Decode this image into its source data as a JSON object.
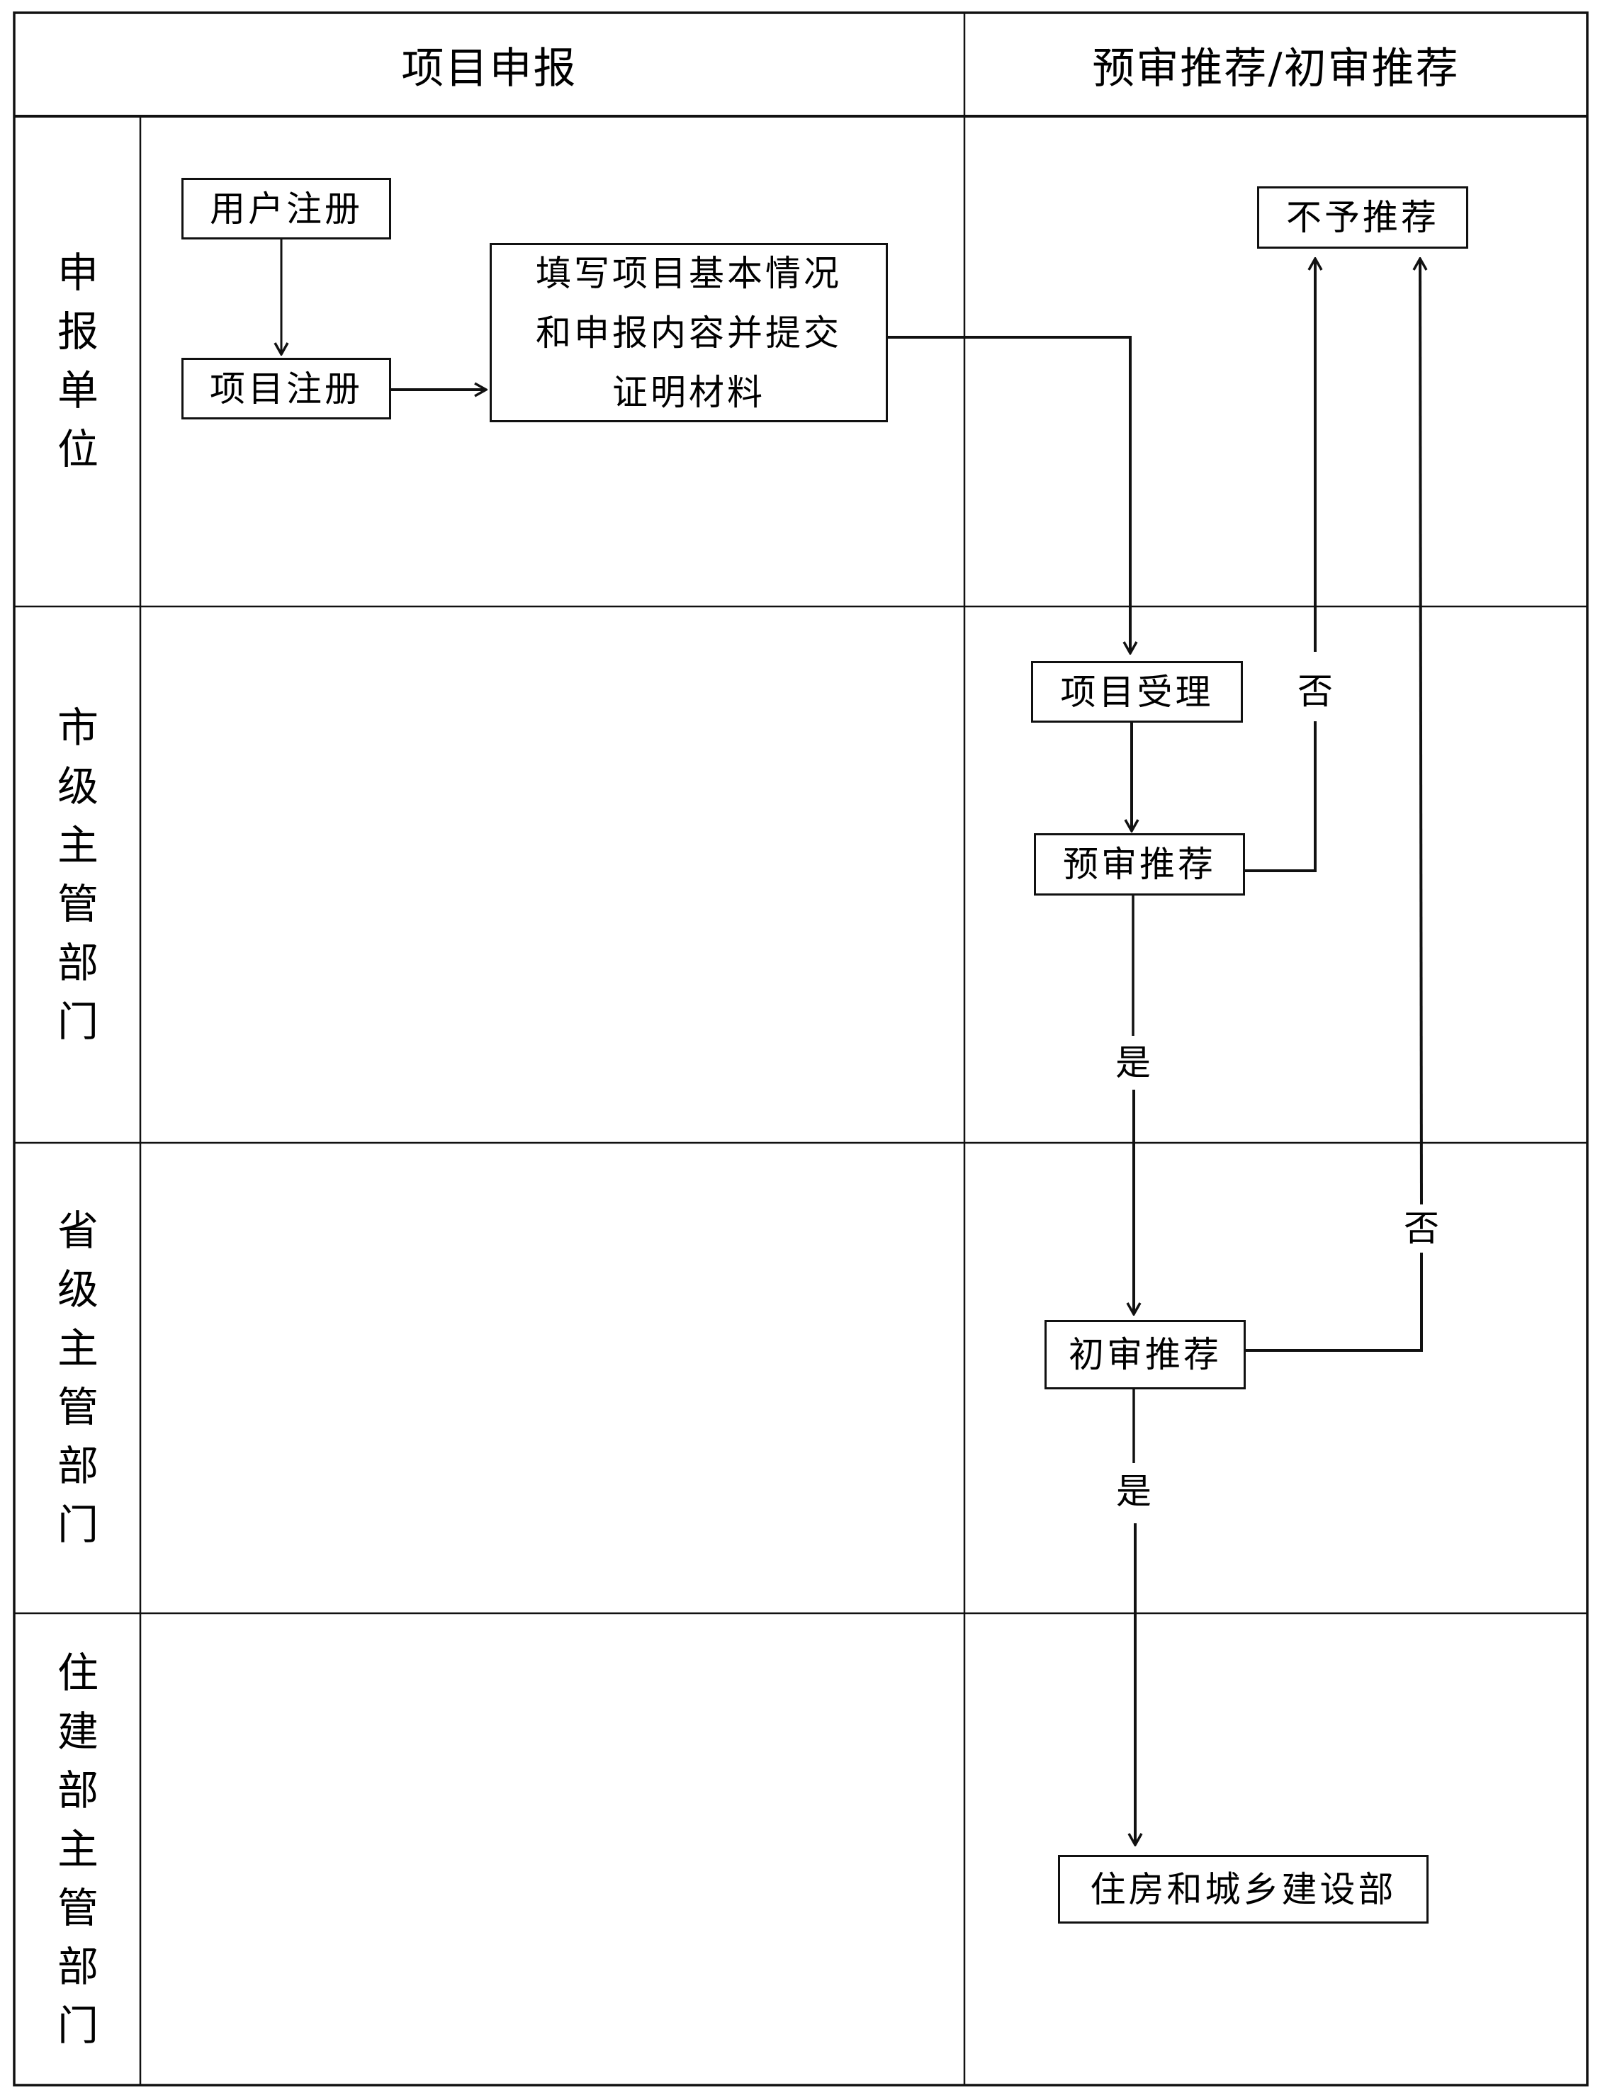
{
  "header": {
    "columns": [
      "项目申报",
      "预审推荐/初审推荐"
    ]
  },
  "lanes": [
    {
      "label": "申报单位"
    },
    {
      "label": "市级主管部门"
    },
    {
      "label": "省级主管部门"
    },
    {
      "label": "住建部主管部门"
    }
  ],
  "nodes": {
    "user_register": "用户注册",
    "project_register": "项目注册",
    "fill_info": [
      "填写项目基本情况",
      "和申报内容并提交",
      "证明材料"
    ],
    "not_recommended": "不予推荐",
    "project_accept": "项目受理",
    "pre_review": "预审推荐",
    "initial_review": "初审推荐",
    "mohurd": "住房和城乡建设部"
  },
  "edge_labels": {
    "pre_review_no": "否",
    "pre_review_yes": "是",
    "initial_review_no": "否",
    "initial_review_yes": "是"
  },
  "edges": [
    {
      "from": "user_register",
      "to": "project_register"
    },
    {
      "from": "project_register",
      "to": "fill_info"
    },
    {
      "from": "fill_info",
      "to": "project_accept"
    },
    {
      "from": "project_accept",
      "to": "pre_review"
    },
    {
      "from": "pre_review",
      "to": "not_recommended",
      "label": "否"
    },
    {
      "from": "pre_review",
      "to": "initial_review",
      "label": "是"
    },
    {
      "from": "initial_review",
      "to": "not_recommended",
      "label": "否"
    },
    {
      "from": "initial_review",
      "to": "mohurd",
      "label": "是"
    }
  ]
}
